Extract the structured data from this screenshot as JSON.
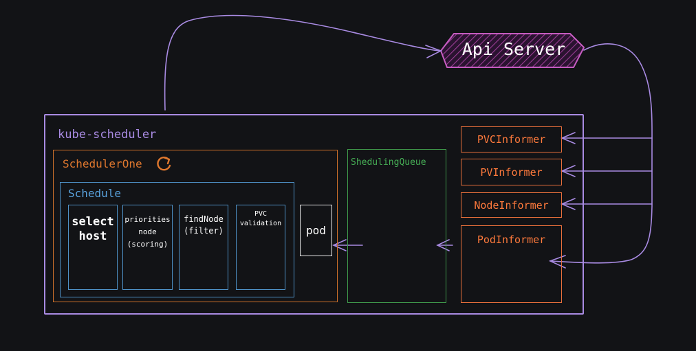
{
  "api_server": {
    "label": "Api Server"
  },
  "kube_scheduler": {
    "title": "kube-scheduler"
  },
  "scheduler_one": {
    "title": "SchedulerOne"
  },
  "schedule": {
    "title": "Schedule",
    "plugins": [
      {
        "text": "select\nhost"
      },
      {
        "text": "priorities\nnode\n(scoring)"
      },
      {
        "text": "findNode\n(filter)"
      },
      {
        "text": "PVC\nvalidation"
      }
    ]
  },
  "pod": {
    "label": "pod"
  },
  "scheduling_queue": {
    "title": "ShedulingQueue"
  },
  "informers": [
    {
      "label": "PVCInformer"
    },
    {
      "label": "PVInformer"
    },
    {
      "label": "NodeInformer"
    },
    {
      "label": "PodInformer"
    }
  ],
  "colors": {
    "background": "#121316",
    "kube_scheduler": "#a98be3",
    "scheduler_one": "#d0712a",
    "schedule": "#4f92c8",
    "scheduling_queue": "#3f9a4b",
    "informer": "#e86f3b",
    "api_server": "#c65cc1",
    "pod": "#e8e8e8"
  }
}
